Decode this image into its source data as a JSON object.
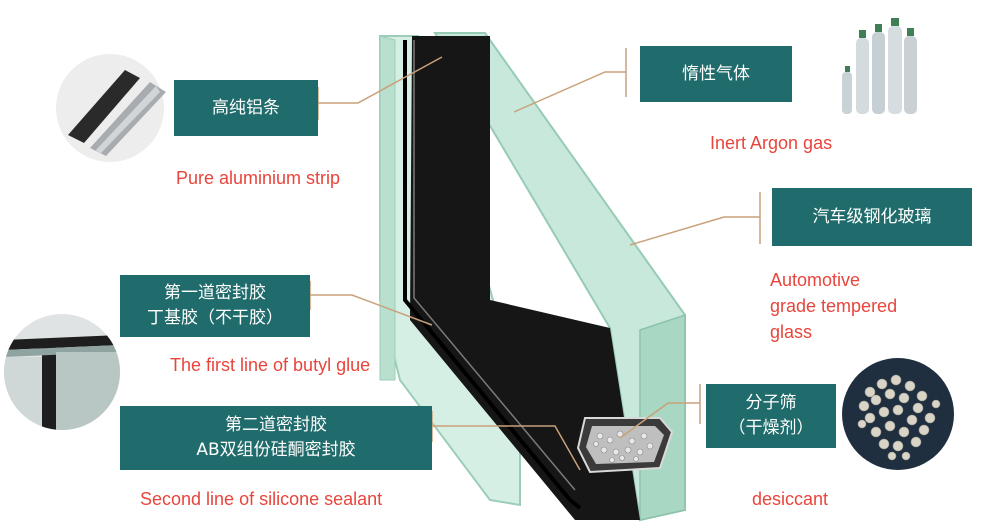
{
  "colors": {
    "box_bg": "#206b6b",
    "box_text": "#ffffff",
    "caption": "#e8453c",
    "leader": "#c8a07a",
    "glass": "#c7e8da",
    "glass_edge": "#97cbb5",
    "cavity": "#1a1a1a"
  },
  "labels": {
    "aluminium": {
      "cn": "高纯铝条",
      "en": "Pure aluminium strip"
    },
    "argon": {
      "cn": "惰性气体",
      "en": "Inert Argon gas"
    },
    "glass": {
      "cn": "汽车级钢化玻璃",
      "en": [
        "Automotive",
        "grade tempered",
        "glass"
      ]
    },
    "butyl": {
      "cn": [
        "第一道密封胶",
        "丁基胶（不干胶）"
      ],
      "en": "The first line of butyl glue"
    },
    "silicone": {
      "cn": [
        "第二道密封胶",
        "AB双组份硅酮密封胶"
      ],
      "en": "Second line of silicone sealant"
    },
    "desiccant": {
      "cn": [
        "分子筛",
        "（干燥剂）"
      ],
      "en": "desiccant"
    }
  },
  "icons": [
    "aluminium-strip-photo",
    "argon-cylinders-photo",
    "glass-edge-photo",
    "desiccant-beads-photo"
  ]
}
